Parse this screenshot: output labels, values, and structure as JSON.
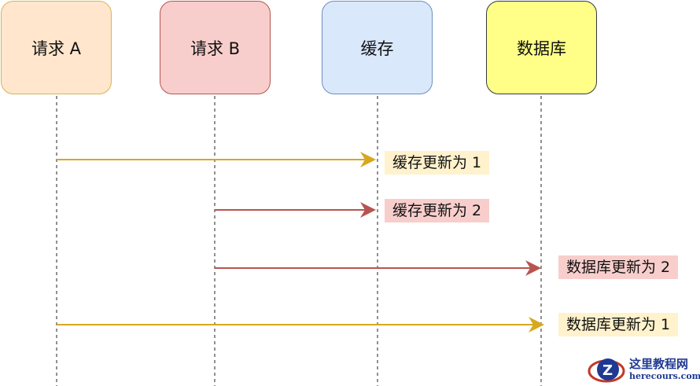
{
  "participants": [
    {
      "label": "请求 A",
      "fill": "#ffe6cc",
      "stroke": "#d6b656"
    },
    {
      "label": "请求 B",
      "fill": "#f8cecc",
      "stroke": "#b85450"
    },
    {
      "label": "缓存",
      "fill": "#dae8fc",
      "stroke": "#6c8ebf"
    },
    {
      "label": "数据库",
      "fill": "#ffff88",
      "stroke": "#36393d"
    }
  ],
  "messages": [
    {
      "from": "请求 A",
      "to": "缓存",
      "label": "缓存更新为 1",
      "color": "#d6a81e",
      "bg": "#fff2cc"
    },
    {
      "from": "请求 B",
      "to": "缓存",
      "label": "缓存更新为 2",
      "color": "#b85450",
      "bg": "#f8cecc"
    },
    {
      "from": "请求 B",
      "to": "数据库",
      "label": "数据库更新为 2",
      "color": "#b85450",
      "bg": "#f8cecc"
    },
    {
      "from": "请求 A",
      "to": "数据库",
      "label": "数据库更新为 1",
      "color": "#d6a81e",
      "bg": "#fff2cc"
    }
  ],
  "watermark": {
    "title": "这里教程网",
    "url": "herecours.com"
  }
}
